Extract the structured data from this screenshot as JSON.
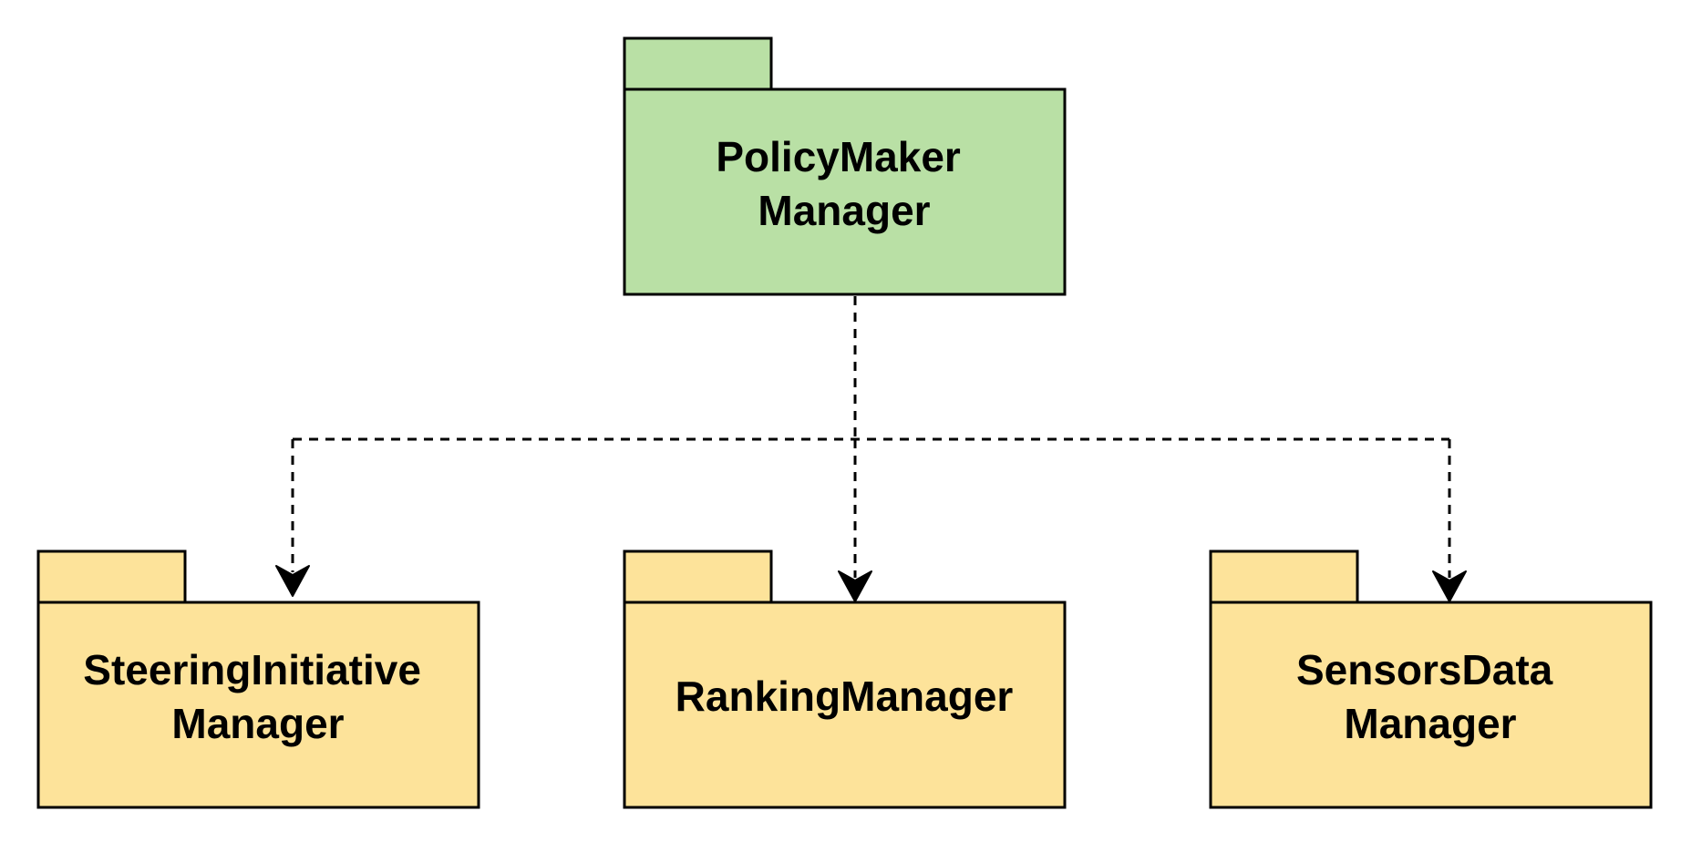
{
  "packages": {
    "policymaker": {
      "line1": "PolicyMaker",
      "line2": "Manager",
      "fill": "#b9e0a5"
    },
    "steering": {
      "line1": "SteeringInitiative",
      "line2": "Manager",
      "fill": "#fde39a"
    },
    "ranking": {
      "line1": "RankingManager",
      "fill": "#fde39a"
    },
    "sensors": {
      "line1": "SensorsData",
      "line2": "Manager",
      "fill": "#fde39a"
    }
  },
  "colors": {
    "stroke": "#000000",
    "background": "#ffffff"
  }
}
